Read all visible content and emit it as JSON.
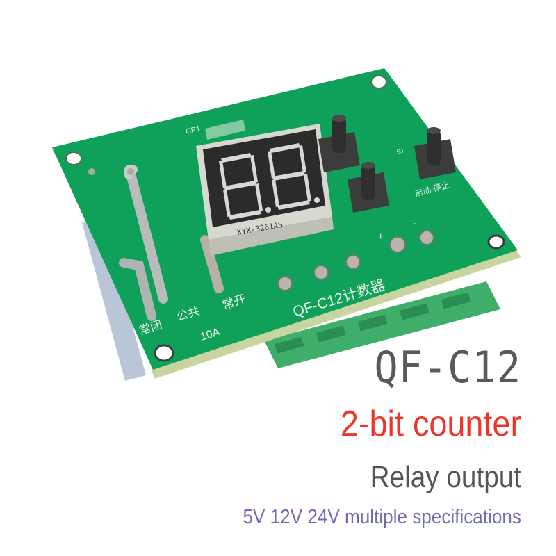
{
  "product": {
    "model": "QF-C12",
    "title": "2-bit counter",
    "subtitle": "Relay output",
    "specs": "5V 12V 24V multiple specifications"
  },
  "board": {
    "display_part_number": "KYX-3261AS",
    "display_digits": "8.8.",
    "silkscreen_name": "QF-C12计数器",
    "relay_labels": {
      "normally_closed": "常闭",
      "common": "公共",
      "normally_open": "常开",
      "rating": "10A"
    },
    "button_label": "启动/停止",
    "connector_label": "CP1",
    "switch_label": "S1",
    "polarity": {
      "plus": "+",
      "minus": "-"
    }
  },
  "colors": {
    "pcb_green": "#0fa05a",
    "title_red": "#ee3329",
    "model_gray": "#5a5a5a",
    "spec_purple": "#6e6eb4"
  }
}
